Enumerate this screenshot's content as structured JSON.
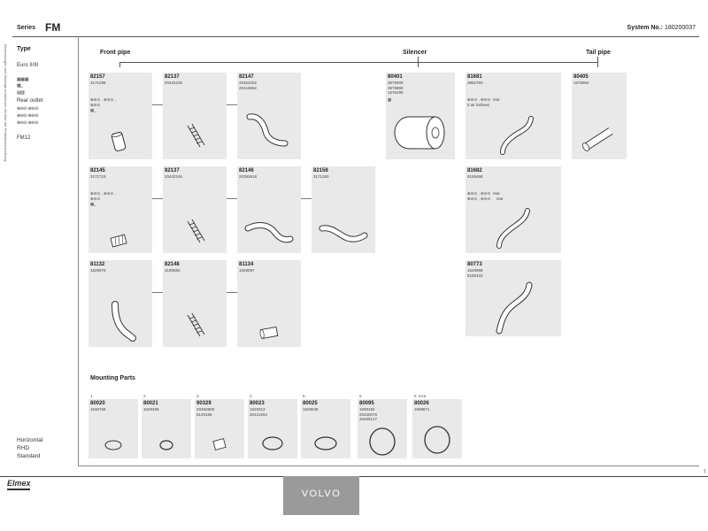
{
  "header": {
    "series_label": "Series",
    "series_value": "FM",
    "system_label": "System No.:",
    "system_value": "180200037"
  },
  "side_note": "Abmessungen und Montage entnehmen Sie bitte der Produktbeschreibung",
  "left": {
    "type_label": "Type",
    "euro": "Euro II/III",
    "sym1": "▦▦▦",
    "sym2": "▩_",
    "sym3": "▤▥",
    "rear_outlet": "Rear outlet",
    "sym4": "⊕⊖⊙  ⊕⊖⊙",
    "sym5": "⊕⊖⊙  ⊕⊖⊙",
    "sym6": "⊕⊖⊙  ⊕⊖⊙",
    "model": "FM12",
    "orient1": "Horizontal",
    "orient2": "RHD",
    "orient3": "Standard"
  },
  "sections": {
    "front": "Front pipe",
    "silencer": "Silencer",
    "tail": "Tail pipe",
    "mounting": "Mounting Parts"
  },
  "cards": [
    {
      "id": "c1",
      "code": "82157",
      "oem": "3171298",
      "note": "⊕⊖⊙ , ⊕⊖⊙ ,\n⊕⊖⊙\n▩_"
    },
    {
      "id": "c2",
      "code": "82137",
      "oem": "20442245",
      "note": ""
    },
    {
      "id": "c3",
      "code": "82147",
      "oem": "20453202\n20410662",
      "note": ""
    },
    {
      "id": "c4",
      "code": "80401",
      "oem": "3979909\n3979899\n1676499",
      "note": "▩"
    },
    {
      "id": "c5",
      "code": "81681",
      "oem": "3952750",
      "note": "⊕⊖⊙ , ⊕⊖⊙  rear\n6 air bellows"
    },
    {
      "id": "c6",
      "code": "80405",
      "oem": "1675864",
      "note": ""
    },
    {
      "id": "c7",
      "code": "82145",
      "oem": "3171719",
      "note": "⊕⊖⊙ , ⊕⊖⊙ ,\n⊕⊖⊙\n▩_"
    },
    {
      "id": "c8",
      "code": "82137",
      "oem": "20442245",
      "note": ""
    },
    {
      "id": "c9",
      "code": "82146",
      "oem": "20392618",
      "note": ""
    },
    {
      "id": "c10",
      "code": "82158",
      "oem": "3171280",
      "note": ""
    },
    {
      "id": "c11",
      "code": "81682",
      "oem": "8159458",
      "note": "⊕⊖⊙ , ⊕⊖⊙  rear\n⊕⊖⊙ , ⊕⊖⊙     rear"
    },
    {
      "id": "c12",
      "code": "81132",
      "oem": "1629978",
      "note": ""
    },
    {
      "id": "c13",
      "code": "82148",
      "oem": "3190655",
      "note": ""
    },
    {
      "id": "c14",
      "code": "81134",
      "oem": "1629097",
      "note": ""
    },
    {
      "id": "c15",
      "code": "80773",
      "oem": "1629968\n8159133",
      "note": ""
    }
  ],
  "mounting": [
    {
      "num": "1.",
      "code": "80020",
      "oem": "1636768"
    },
    {
      "num": "2.",
      "code": "80021",
      "oem": "1629499"
    },
    {
      "num": "3.",
      "code": "90329",
      "oem": "20450808\n8149186"
    },
    {
      "num": "4.",
      "code": "80023",
      "oem": "1629313\n20410294"
    },
    {
      "num": "5.",
      "code": "80025",
      "oem": "1629048"
    },
    {
      "num": "6.",
      "code": "80095",
      "oem": "1609184\n20430076\n20489127"
    },
    {
      "num": "6. inca",
      "code": "80026",
      "oem": "1698871"
    }
  ],
  "footer": {
    "logo": "Elmex",
    "brand": "VOLVO",
    "page": "1"
  }
}
